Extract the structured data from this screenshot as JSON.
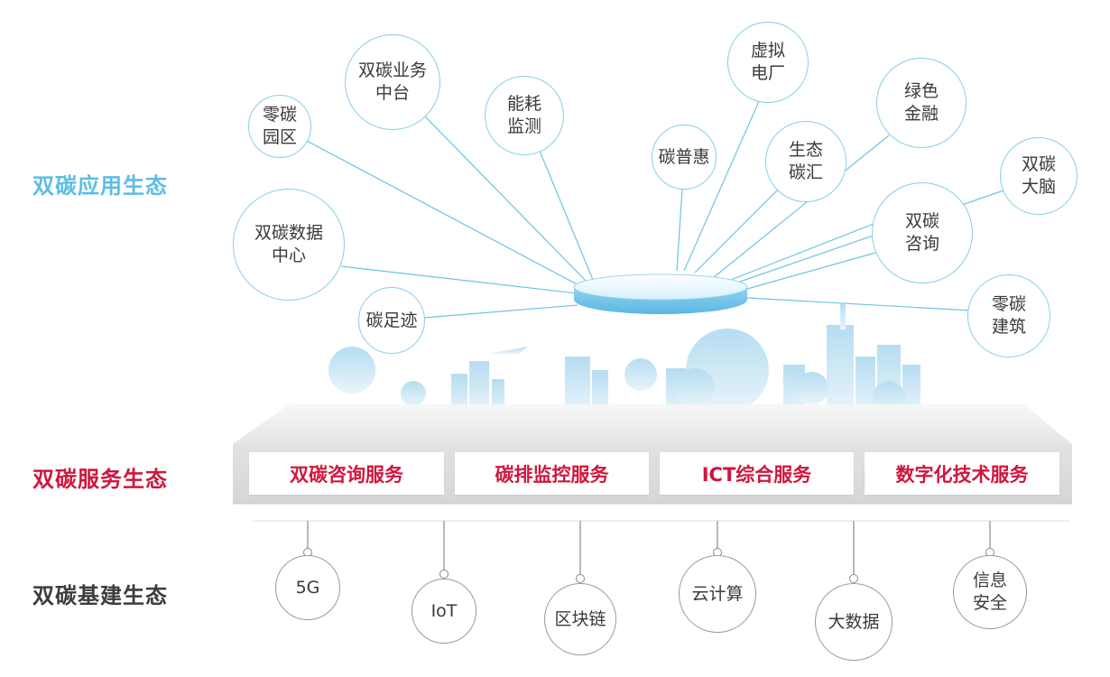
{
  "layers": {
    "application": "双碳应用生态",
    "service": "双碳服务生态",
    "infrastructure": "双碳基建生态"
  },
  "application_nodes": [
    {
      "id": "zero-carbon-park",
      "label": "零碳\n园区"
    },
    {
      "id": "business-platform",
      "label": "双碳业务\n中台"
    },
    {
      "id": "energy-monitoring",
      "label": "能耗\n监测"
    },
    {
      "id": "carbon-inclusive",
      "label": "碳普惠"
    },
    {
      "id": "virtual-power-plant",
      "label": "虚拟\n电厂"
    },
    {
      "id": "ecological-sink",
      "label": "生态\n碳汇"
    },
    {
      "id": "green-finance",
      "label": "绿色\n金融"
    },
    {
      "id": "carbon-brain",
      "label": "双碳\n大脑"
    },
    {
      "id": "data-center",
      "label": "双碳数据\n中心"
    },
    {
      "id": "carbon-consulting",
      "label": "双碳\n咨询"
    },
    {
      "id": "carbon-footprint",
      "label": "碳足迹"
    },
    {
      "id": "zero-carbon-building",
      "label": "零碳\n建筑"
    }
  ],
  "services": [
    "双碳咨询服务",
    "碳排监控服务",
    "ICT综合服务",
    "数字化技术服务"
  ],
  "infrastructure": [
    {
      "id": "5g",
      "label": "5G"
    },
    {
      "id": "iot",
      "label": "IoT"
    },
    {
      "id": "blockchain",
      "label": "区块链"
    },
    {
      "id": "cloud",
      "label": "云计算"
    },
    {
      "id": "big-data",
      "label": "大数据"
    },
    {
      "id": "security",
      "label": "信息\n安全"
    }
  ],
  "colors": {
    "application_accent": "#5bbde6",
    "service_accent": "#d0163c",
    "infrastructure_text": "#3c3c3c",
    "connector_line": "#6cc3e3"
  }
}
